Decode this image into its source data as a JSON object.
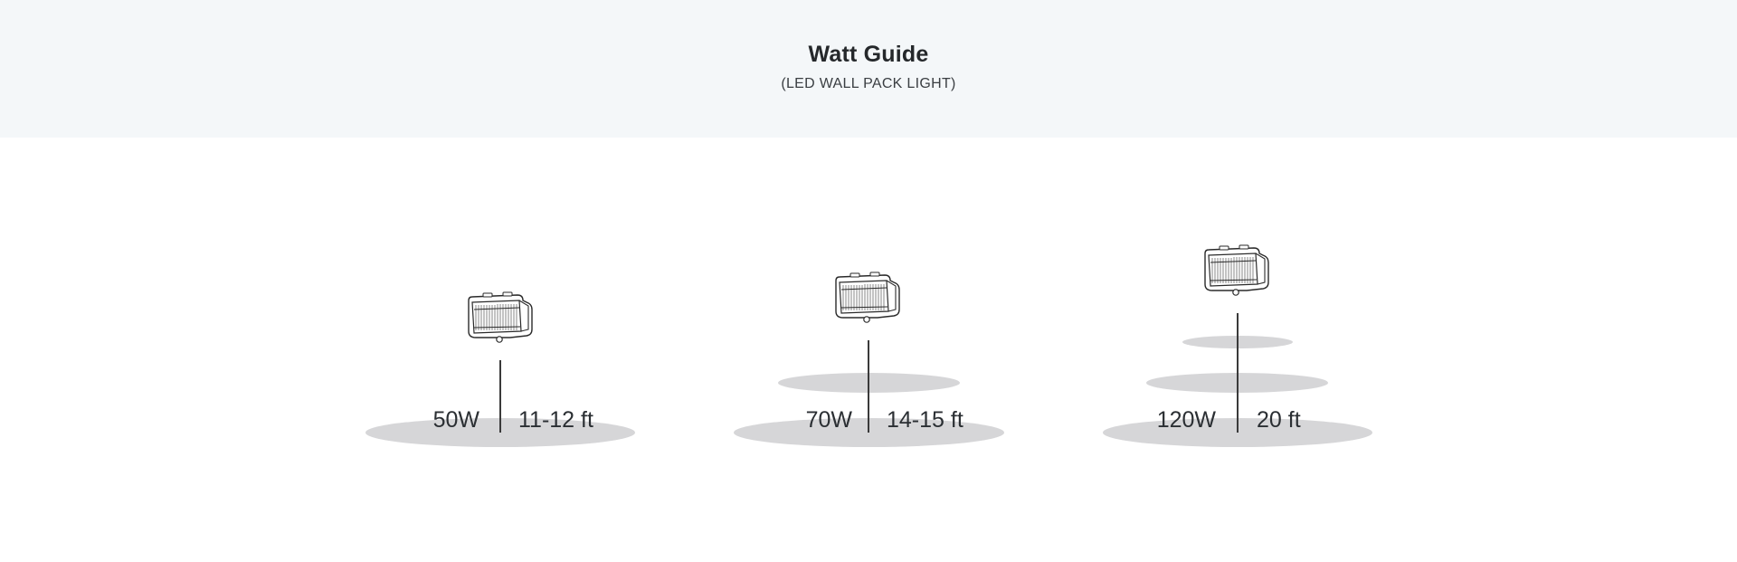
{
  "header": {
    "title": "Watt Guide",
    "subtitle": "(LED WALL PACK LIGHT)"
  },
  "colors": {
    "header_background": "#f4f7f9",
    "light_ellipse": "#d6d6d8",
    "text": "#2b2f33"
  },
  "fixtures": [
    {
      "watt": "50W",
      "height": "11-12 ft",
      "light_pools": 1,
      "icon": "wall-pack-light-icon"
    },
    {
      "watt": "70W",
      "height": "14-15 ft",
      "light_pools": 2,
      "icon": "wall-pack-light-icon"
    },
    {
      "watt": "120W",
      "height": "20 ft",
      "light_pools": 3,
      "icon": "wall-pack-light-icon"
    }
  ]
}
